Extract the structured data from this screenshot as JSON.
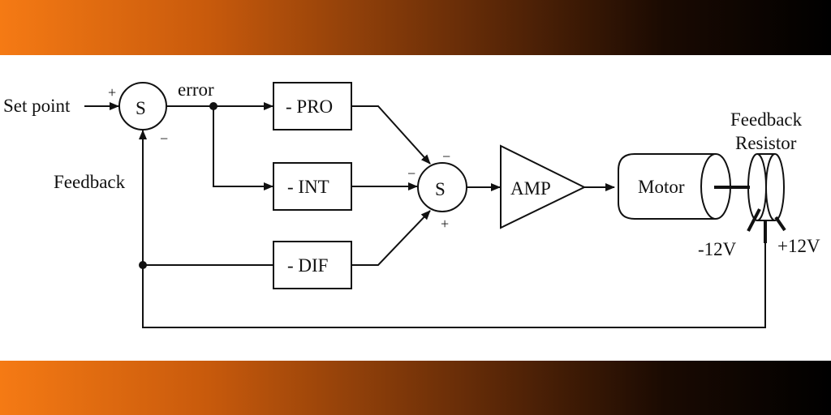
{
  "colors": {
    "band_start": "#f57a14",
    "band_end": "#000000",
    "line": "#111111"
  },
  "labels": {
    "set_point": "Set point",
    "error": "error",
    "feedback": "Feedback",
    "sum1": "S",
    "sum2": "S",
    "plus": "+",
    "minus": "−",
    "pro": "- PRO",
    "int": "- INT",
    "dif": "- DIF",
    "amp": "AMP",
    "motor": "Motor",
    "feedback_resistor_1": "Feedback",
    "feedback_resistor_2": "Resistor",
    "neg_voltage": "-12V",
    "pos_voltage": "+12V"
  }
}
